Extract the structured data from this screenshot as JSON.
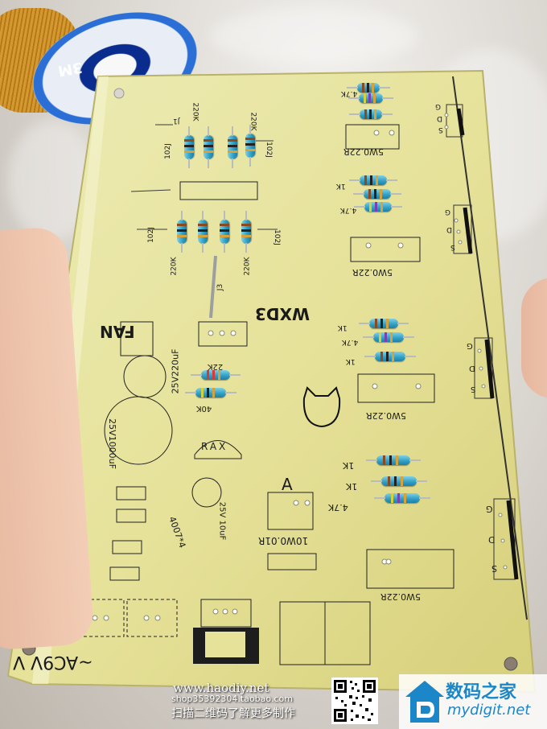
{
  "photo": {
    "spool_label": "3M",
    "board": {
      "model": "WXD3",
      "fan_label": "FAN",
      "cap_large": "25V1000uF",
      "cap_medium": "25V220uF",
      "cap_small": "25V 10uF",
      "rax": "RAX",
      "current_label": "A",
      "shunt": "10W0.01R",
      "diodes": "4007*4",
      "ac_label": "~AC9V  V",
      "resistors": {
        "r220k": "220K",
        "r1k": "1K",
        "r47k": "4.7K",
        "r22k": "22K",
        "r40k": "40K",
        "r102j": "102J",
        "load": "5W0.22R"
      },
      "misc": {
        "j1": "J1",
        "j3": "J3",
        "g": "G",
        "d": "D",
        "s": "S"
      }
    },
    "watermark": {
      "url": "www.haodiy.net",
      "shop": "shop35392304.taobao.com",
      "scan": "扫描二维码了解更多制作",
      "brand_cn": "数码之家",
      "brand_en": "mydigit.net"
    },
    "colors": {
      "board": "#e8e49c",
      "resistor_body": "#2e9ec4",
      "silkscreen": "#1a1a1a"
    }
  }
}
